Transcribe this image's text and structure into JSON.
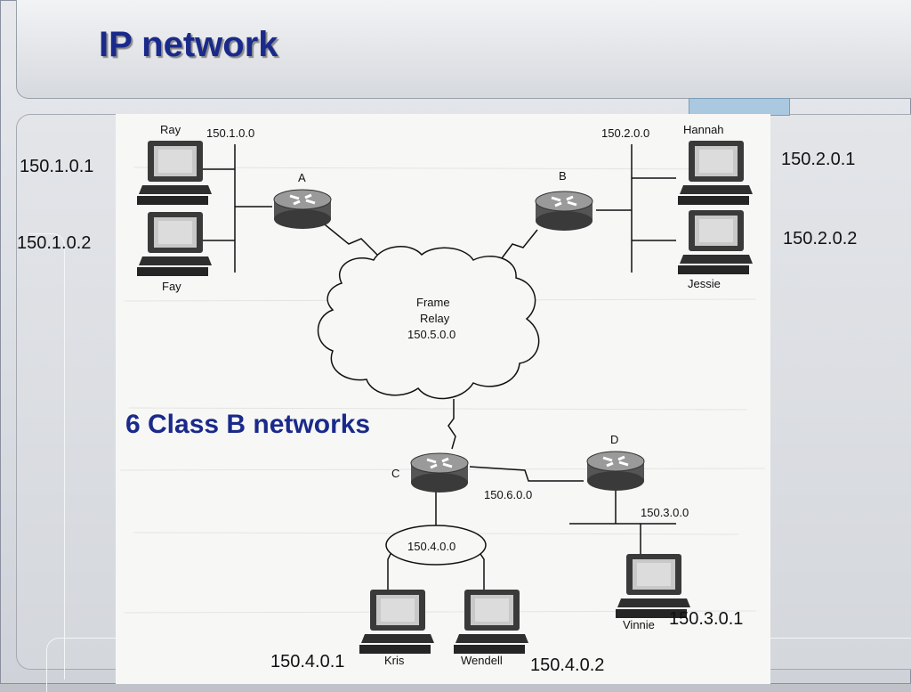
{
  "title": "IP network",
  "caption": "6 Class B networks",
  "overlay_labels": {
    "ray_ip": "150.1.0.1",
    "fay_ip": "150.1.0.2",
    "hannah_ip": "150.2.0.1",
    "jessie_ip": "150.2.0.2",
    "vinnie_ip": "150.3.0.1",
    "kris_ip": "150.4.0.1",
    "wendell_ip": "150.4.0.2"
  },
  "diagram": {
    "hosts": {
      "ray": "Ray",
      "fay": "Fay",
      "hannah": "Hannah",
      "jessie": "Jessie",
      "vinnie": "Vinnie",
      "kris": "Kris",
      "wendell": "Wendell"
    },
    "routers": {
      "a": "A",
      "b": "B",
      "c": "C",
      "d": "D"
    },
    "networks": {
      "net1": "150.1.0.0",
      "net2": "150.2.0.0",
      "net3": "150.3.0.0",
      "net4": "150.4.0.0",
      "net6": "150.6.0.0"
    },
    "cloud": {
      "line1": "Frame",
      "line2": "Relay",
      "line3": "150.5.0.0"
    }
  }
}
